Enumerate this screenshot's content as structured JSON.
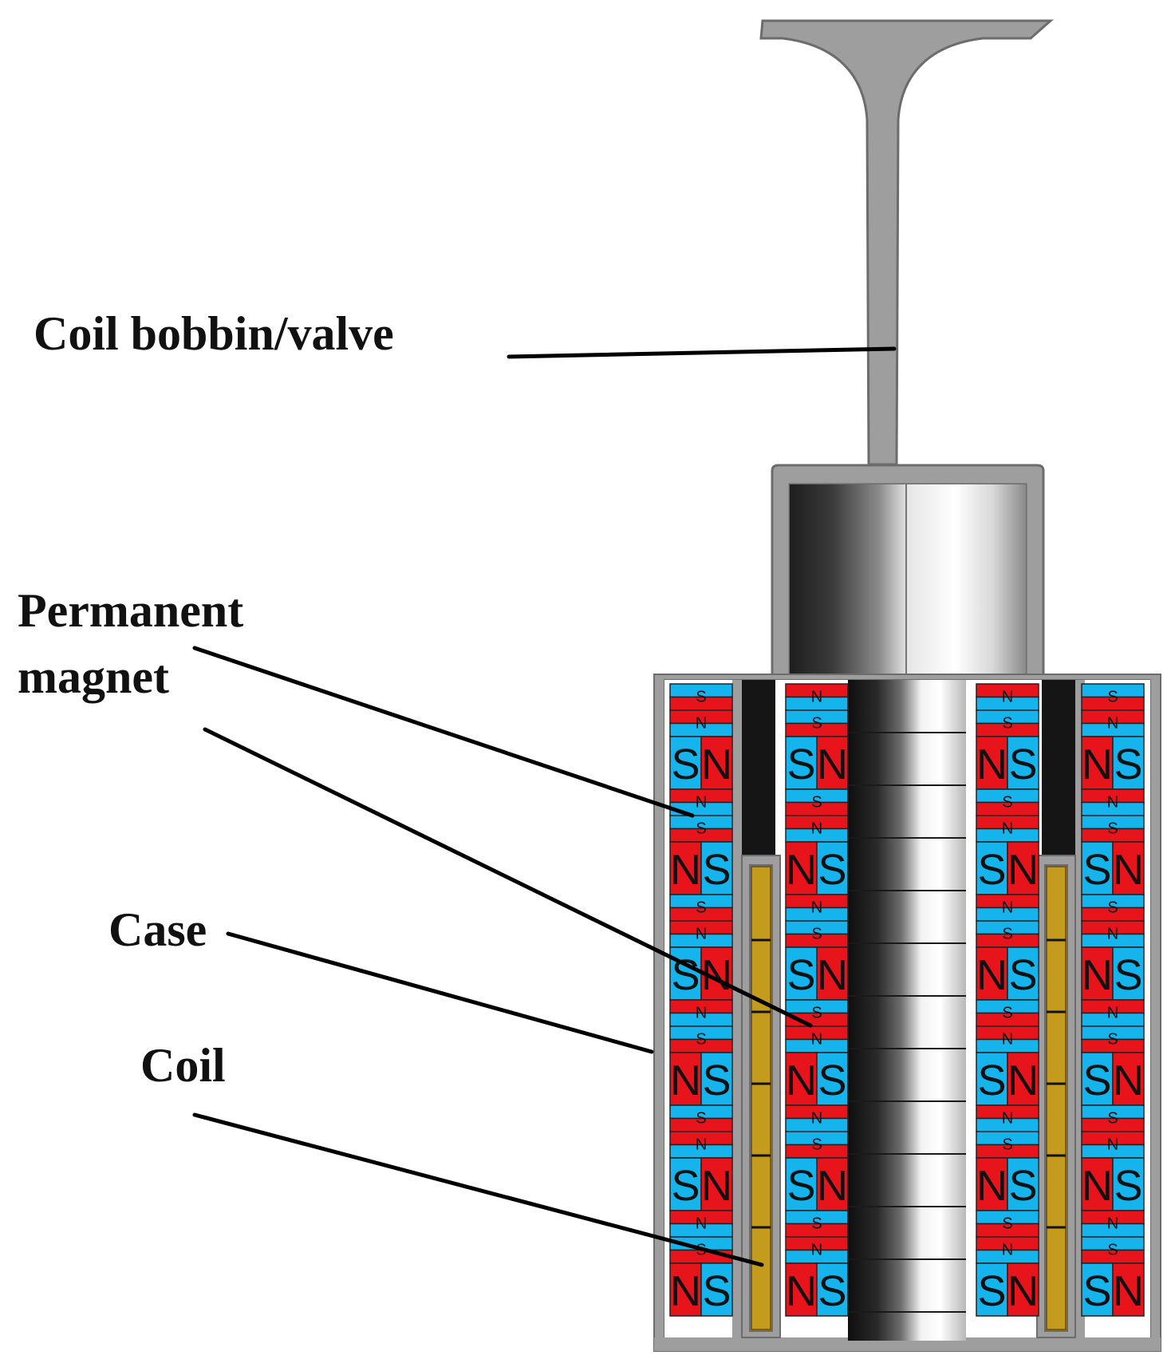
{
  "labels": {
    "coil_bobbin_valve": "Coil bobbin/valve",
    "permanent_magnet_line1": "Permanent",
    "permanent_magnet_line2": "magnet",
    "case": "Case",
    "coil": "Coil"
  },
  "poles": {
    "north": "N",
    "south": "S"
  },
  "magnet_columns": [
    {
      "id": "outer-left",
      "big_order": [
        "SN",
        "NS",
        "SN",
        "NS",
        "SN",
        "NS"
      ]
    },
    {
      "id": "inner-left",
      "big_order": [
        "SN",
        "NS",
        "SN",
        "NS",
        "SN",
        "NS"
      ]
    },
    {
      "id": "inner-right",
      "big_order": [
        "NS",
        "SN",
        "NS",
        "SN",
        "NS",
        "SN"
      ]
    },
    {
      "id": "outer-right",
      "big_order": [
        "NS",
        "SN",
        "NS",
        "SN",
        "NS",
        "SN"
      ]
    }
  ],
  "colors": {
    "north_pole": "#e8141c",
    "south_pole": "#16b4ec",
    "case": "#9e9e9e",
    "case_dark": "#6c6c6c",
    "coil": "#c49b1c",
    "core_dark": "#161616",
    "core_light": "#ffffff",
    "leader_line": "#000000"
  }
}
